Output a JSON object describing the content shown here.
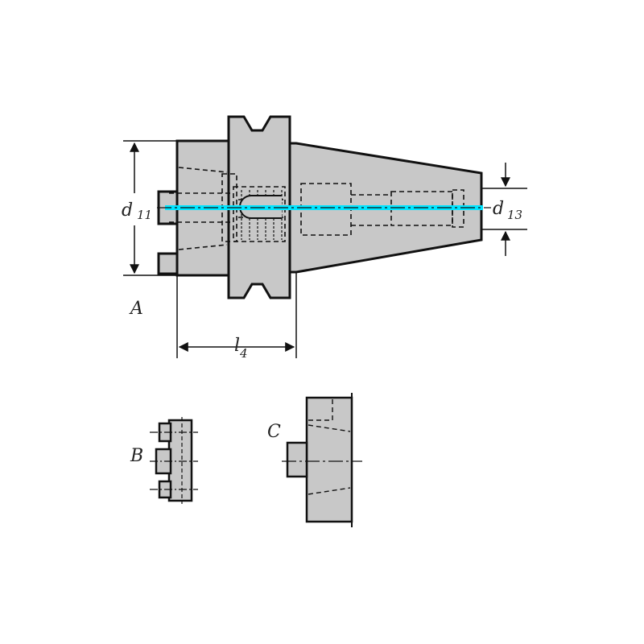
{
  "colors": {
    "body_fill": "#c8c8c8",
    "outline": "#111111",
    "coolant": "#00e5ff",
    "background": "#ffffff"
  },
  "labels": {
    "d11_main": "d",
    "d11_sub": "11",
    "d13_main": "d",
    "d13_sub": "13",
    "l4_main": "l",
    "l4_sub": "4",
    "view_a": "A",
    "view_b": "B",
    "view_c": "C"
  }
}
